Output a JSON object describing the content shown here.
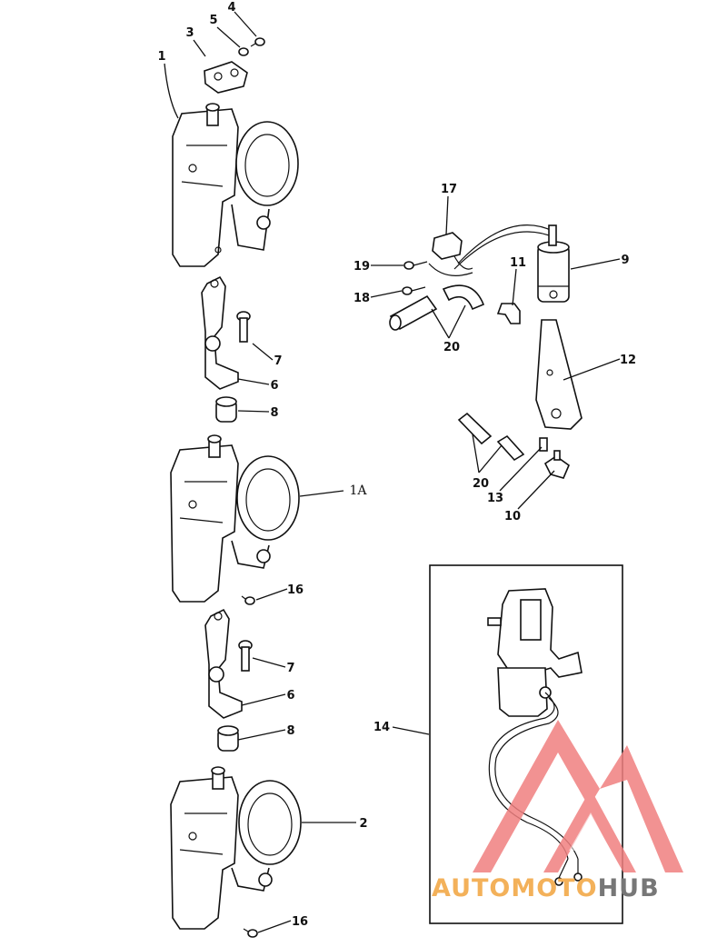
{
  "callouts": {
    "c1": "1",
    "c1a": "1A",
    "c2": "2",
    "c3": "3",
    "c4": "4",
    "c5": "5",
    "c6a": "6",
    "c6b": "6",
    "c7a": "7",
    "c7b": "7",
    "c8a": "8",
    "c8b": "8",
    "c9": "9",
    "c10": "10",
    "c11": "11",
    "c12": "12",
    "c13": "13",
    "c14": "14",
    "c16a": "16",
    "c16b": "16",
    "c17": "17",
    "c18": "18",
    "c19": "19",
    "c20a": "20",
    "c20b": "20"
  },
  "watermark": {
    "part1": "AUTOMOTO",
    "part2": "HUB",
    "colors": {
      "logo": "#f08080",
      "text_a": "#f3b15a",
      "text_b": "#777777"
    }
  }
}
